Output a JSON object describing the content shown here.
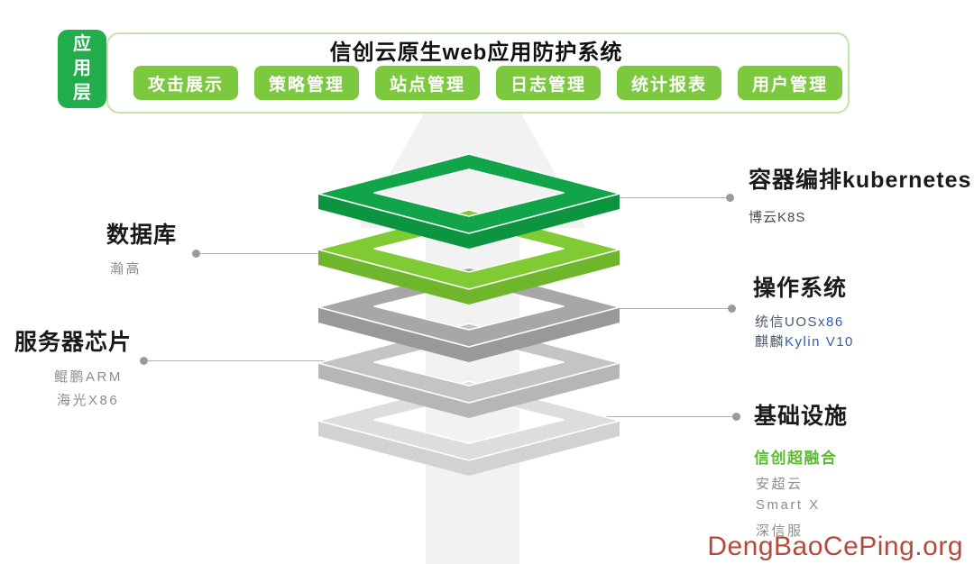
{
  "badge": {
    "label": "应用层"
  },
  "header": {
    "title": "信创云原生web应用防护系统",
    "buttons": [
      "攻击展示",
      "策略管理",
      "站点管理",
      "日志管理",
      "统计报表",
      "用户管理"
    ]
  },
  "layers": [
    {
      "name": "容器编排",
      "top_color": "#12a449",
      "side_color": "#0d9440"
    },
    {
      "name": "数据库",
      "top_color": "#80ca34",
      "side_color": "#70b62c"
    },
    {
      "name": "操作系统",
      "top_color": "#a7a7a7",
      "side_color": "#999999"
    },
    {
      "name": "服务器芯片",
      "top_color": "#c4c4c4",
      "side_color": "#b6b6b6"
    },
    {
      "name": "基础设施",
      "top_color": "#dddddd",
      "side_color": "#d2d2d2"
    }
  ],
  "left_annotations": [
    {
      "title": "数据库",
      "items": [
        "瀚高"
      ]
    },
    {
      "title": "服务器芯片",
      "items": [
        "鲲鹏ARM",
        "海光X86"
      ]
    }
  ],
  "right_annotations": [
    {
      "title": "容器编排kubernetes",
      "items": [
        "博云K8S"
      ]
    },
    {
      "title": "操作系统",
      "items_rich": [
        {
          "prefix": "统信UOS",
          "highlight": "x86"
        },
        {
          "prefix": "麒麟",
          "highlight": "Kylin V10"
        }
      ]
    },
    {
      "title": "基础设施",
      "items": [
        {
          "text": "信创超融合",
          "accent": true
        },
        {
          "text": "安超云",
          "accent": false
        },
        {
          "text": "Smart X",
          "accent": false
        },
        {
          "text": "深信服",
          "accent": false
        }
      ]
    }
  ],
  "watermark": "DengBaoCePing.org",
  "colors": {
    "badge_green": "#21ad4b",
    "button_green": "#7cc93f",
    "panel_border": "#c3e4a9",
    "heading": "#1a1a1a",
    "sub_gray": "#8c8c8c",
    "sub_dark": "#47494e",
    "slate": "#4c5a68",
    "accent_blue": "#2d5fae",
    "accent_green": "#5abc2e",
    "watermark_red": "#b54a3c",
    "line_gray": "#b3b3b3",
    "dot_gray": "#9a9a9a",
    "arrow_gray": "#f2f2f2"
  }
}
